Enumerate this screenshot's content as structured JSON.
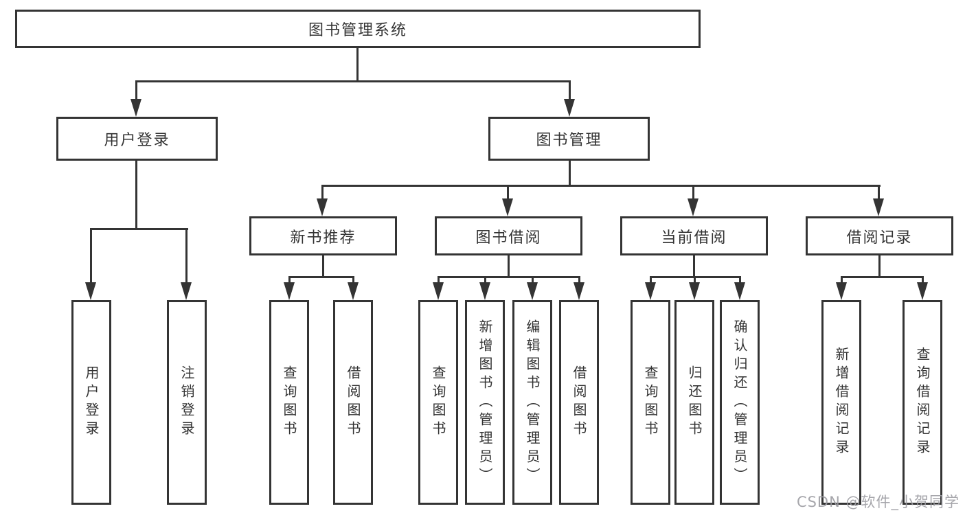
{
  "diagram": {
    "root": "图书管理系统",
    "level2": {
      "user_login": "用户登录",
      "book_mgmt": "图书管理"
    },
    "level3": {
      "new_books": "新书推荐",
      "book_borrow": "图书借阅",
      "current_borrow": "当前借阅",
      "borrow_records": "借阅记录"
    },
    "leaves": {
      "user_login": "用户登录",
      "logout": "注销登录",
      "nb_query": "查询图书",
      "nb_borrow": "借阅图书",
      "bb_query": "查询图书",
      "bb_add": "新增图书（管理员）",
      "bb_edit": "编辑图书（管理员）",
      "bb_borrow": "借阅图书",
      "cb_query": "查询图书",
      "cb_return": "归还图书",
      "cb_confirm": "确认归还（管理员）",
      "br_add": "新增借阅记录",
      "br_query": "查询借阅记录"
    },
    "watermark": "CSDN @软件_小贺同学",
    "colors": {
      "line": "#343434",
      "text": "#333333",
      "watermark": "#9d9da3",
      "background": "#ffffff"
    }
  }
}
